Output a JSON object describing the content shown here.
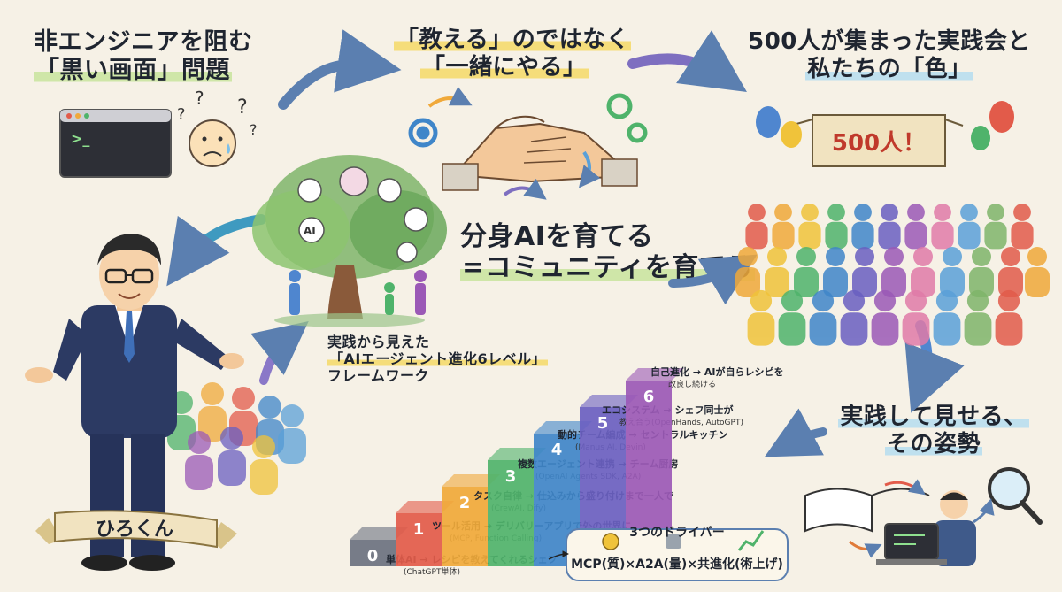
{
  "sections": {
    "problem": {
      "line1": "非エンジニアを阻む",
      "line2": "「黒い画面」問題"
    },
    "together": {
      "line1": "「教える」のではなく",
      "line2": "「一緒にやる」"
    },
    "event": {
      "line1": "500人が集まった実践会と",
      "line2": "私たちの「色」",
      "banner": "500人！"
    },
    "center": {
      "line1": "分身AIを育てる",
      "line2": "=コミュニティを育てる"
    },
    "framework": {
      "line1": "実践から見えた",
      "line2": "「AIエージェント進化6レベル」",
      "line3": "フレームワーク"
    },
    "show": {
      "line1": "実践して見せる、",
      "line2": "その姿勢"
    },
    "person": {
      "name": "ひろくん"
    },
    "terminal": {
      "prompt": ">_"
    },
    "tree": {
      "ai_label": "AI"
    }
  },
  "levels": [
    {
      "num": "0",
      "label": "単体AI",
      "desc": "→ レシピを教えてくれるシェフ",
      "sub": "(ChatGPT単体)"
    },
    {
      "num": "1",
      "label": "ツール活用",
      "desc": "→ デリバリーアプリで外の世界に",
      "sub": "(MCP, Function Calling)"
    },
    {
      "num": "2",
      "label": "タスク自律",
      "desc": "→ 仕込みから盛り付けまで一人で",
      "sub": "(CrewAI, Dify)"
    },
    {
      "num": "3",
      "label": "複数エージェント連携",
      "desc": "→ チーム厨房",
      "sub": "(OpenAI Agents SDK, A2A)"
    },
    {
      "num": "4",
      "label": "動的チーム編成",
      "desc": "→ セントラルキッチン",
      "sub": "(Manus AI, Devin)"
    },
    {
      "num": "5",
      "label": "エコシステム",
      "desc": "→ シェフ同士が",
      "sub": "教え合う(OpenHands, AutoGPT)"
    },
    {
      "num": "6",
      "label": "自己進化",
      "desc": "→ AIが自らレシピを",
      "sub": "改良し続ける"
    }
  ],
  "drivers": {
    "title": "3つのドライバー",
    "formula": "MCP(質)×A2A(量)×共進化(術上げ)"
  },
  "colors": {
    "step0": "#6b7280",
    "step1": "#e25b4a",
    "step2": "#f0a93a",
    "step3": "#4fb36b",
    "step4": "#3f86c9",
    "step5": "#6a5fc1",
    "step6": "#9b59b6",
    "arrow": "#5b7fb0",
    "suit": "#2c3a63",
    "banner": "#f1e3c0"
  }
}
